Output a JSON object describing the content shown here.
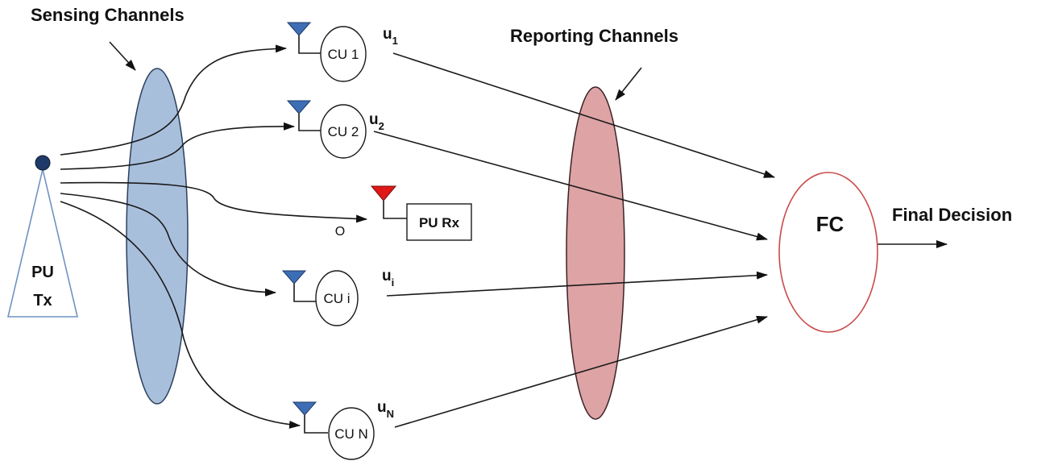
{
  "labels": {
    "sensing_channels": "Sensing Channels",
    "reporting_channels": "Reporting Channels",
    "final_decision": "Final Decision",
    "fc": "FC",
    "pu_tx_line1": "PU",
    "pu_tx_line2": "Tx",
    "pu_rx": "PU Rx",
    "zero_marker": "O"
  },
  "cognitive_users": [
    {
      "label": "CU 1",
      "report_var": "u",
      "report_sub": "1"
    },
    {
      "label": "CU 2",
      "report_var": "u",
      "report_sub": "2"
    },
    {
      "label": "CU i",
      "report_var": "u",
      "report_sub": "i"
    },
    {
      "label": "CU N",
      "report_var": "u",
      "report_sub": "N"
    }
  ],
  "colors": {
    "sensing_ellipse_fill": "#a8bfdc",
    "sensing_ellipse_stroke": "#2b3f5c",
    "reporting_ellipse_fill": "#dea3a5",
    "reporting_ellipse_stroke": "#3a2326",
    "cu_antenna": "#3d6eb5",
    "pu_rx_antenna": "#e01818",
    "pu_tx_dot": "#1f3a68",
    "pu_tx_outline": "#6f93c4",
    "fc_outline": "#c94a4a"
  }
}
